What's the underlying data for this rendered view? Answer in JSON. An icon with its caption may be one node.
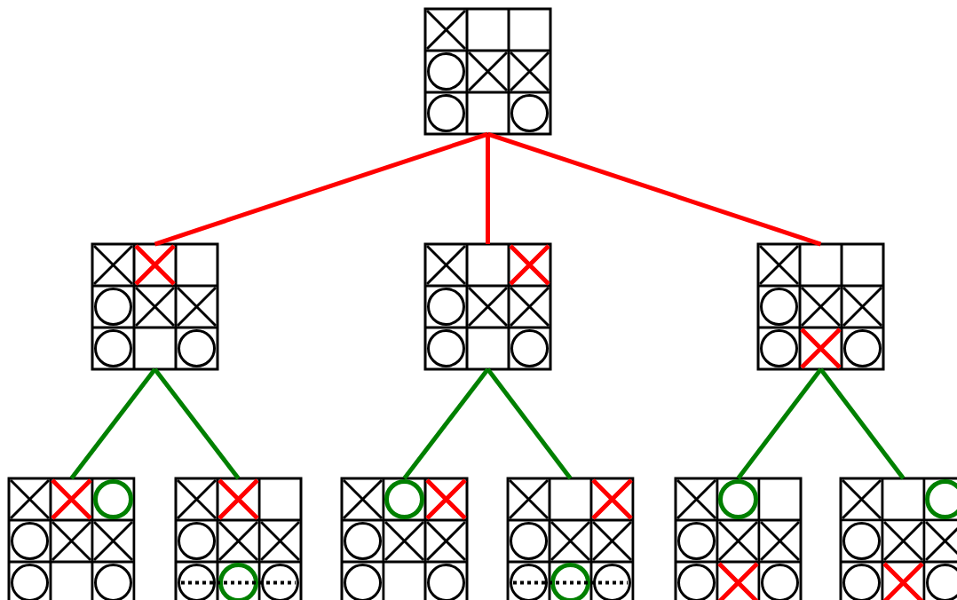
{
  "diagram": {
    "nodes": [
      {
        "text": [],
        "shape": "grid"
      },
      {
        "text": [],
        "shape": "grid"
      },
      {
        "text": [],
        "shape": "grid"
      },
      {
        "text": [],
        "shape": "grid"
      },
      {
        "text": [],
        "shape": "grid"
      },
      {
        "text": [],
        "shape": "grid"
      },
      {
        "text": [],
        "shape": "grid"
      },
      {
        "text": [],
        "shape": "grid"
      },
      {
        "text": [],
        "shape": "grid"
      },
      {
        "text": [],
        "shape": "grid"
      }
    ],
    "edges": [
      {
        "from": 0,
        "to": 1,
        "arrow": "none",
        "color": "#ff0000"
      },
      {
        "from": 0,
        "to": 2,
        "arrow": "none",
        "color": "#ff0000"
      },
      {
        "from": 0,
        "to": 3,
        "arrow": "none",
        "color": "#ff0000"
      },
      {
        "from": 1,
        "to": 4,
        "arrow": "none",
        "color": "#008000"
      },
      {
        "from": 1,
        "to": 5,
        "arrow": "none",
        "color": "#008000"
      },
      {
        "from": 2,
        "to": 6,
        "arrow": "none",
        "color": "#008000"
      },
      {
        "from": 2,
        "to": 7,
        "arrow": "none",
        "color": "#008000"
      },
      {
        "from": 3,
        "to": 8,
        "arrow": "none",
        "color": "#008000"
      },
      {
        "from": 3,
        "to": 9,
        "arrow": "none",
        "color": "#008000"
      }
    ]
  }
}
